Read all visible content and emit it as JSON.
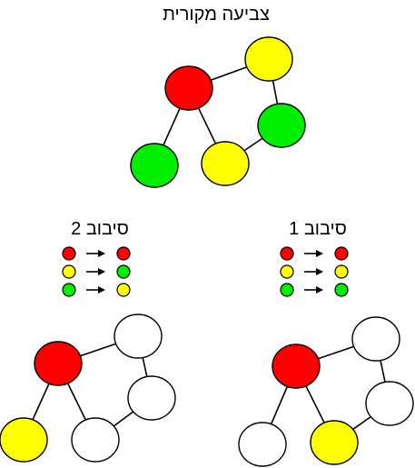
{
  "colors": {
    "red": "#ff0000",
    "yellow": "#ffff00",
    "green": "#00ee00",
    "white": "#ffffff"
  },
  "original": {
    "title": "צביעה מקורית",
    "nodes": [
      "red",
      "yellow",
      "green",
      "green",
      "yellow"
    ]
  },
  "rotations": [
    {
      "title": "סיבוב 1",
      "mapping": [
        [
          "red",
          "red"
        ],
        [
          "yellow",
          "yellow"
        ],
        [
          "green",
          "green"
        ]
      ],
      "nodes": [
        "red",
        "white",
        "white",
        "white",
        "yellow"
      ]
    },
    {
      "title": "סיבוב 2",
      "mapping": [
        [
          "red",
          "red"
        ],
        [
          "yellow",
          "green"
        ],
        [
          "green",
          "yellow"
        ]
      ],
      "nodes": [
        "red",
        "white",
        "white",
        "yellow",
        "white"
      ]
    }
  ]
}
